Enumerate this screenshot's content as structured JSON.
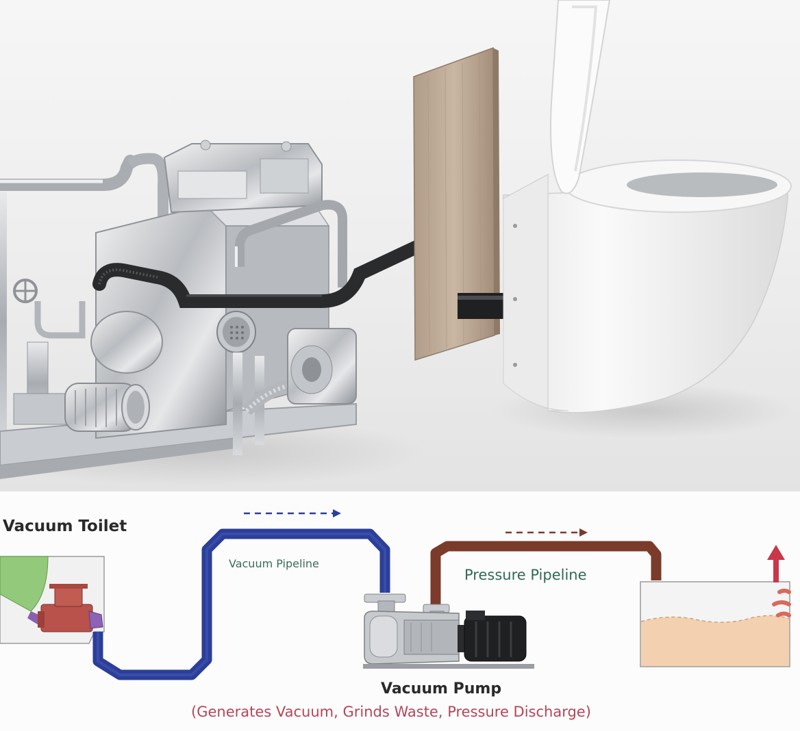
{
  "labels": {
    "vacuum_toilet": "Vacuum Toilet",
    "vacuum_pipeline": "Vacuum Pipeline",
    "pressure_pipeline": "Pressure Pipeline",
    "vacuum_pump": "Vacuum Pump",
    "pump_description": "(Generates Vacuum, Grinds Waste, Pressure Discharge)"
  },
  "colors": {
    "vacuum_line": "#2b3e9a",
    "pressure_line": "#7a3b2a",
    "tank_fill": "#f3d1b0",
    "arrow_up": "#c9374a",
    "label_green": "#2f6a55",
    "label_red": "#b5455a"
  }
}
